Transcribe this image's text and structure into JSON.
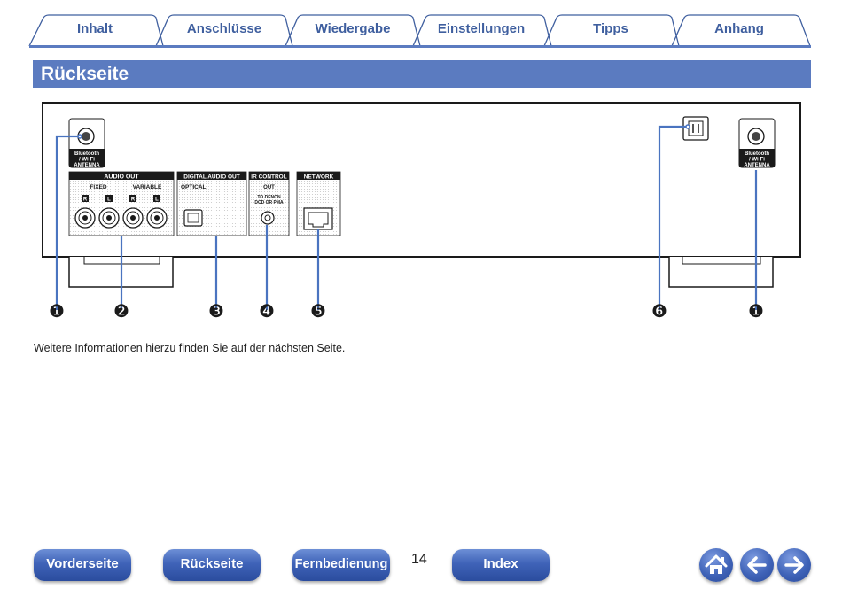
{
  "tabs": [
    {
      "label": "Inhalt"
    },
    {
      "label": "Anschlüsse"
    },
    {
      "label": "Wiedergabe"
    },
    {
      "label": "Einstellungen"
    },
    {
      "label": "Tipps"
    },
    {
      "label": "Anhang"
    }
  ],
  "page": {
    "title": "Rückseite",
    "info_text": "Weitere Informationen hierzu finden Sie auf der nächsten Seite.",
    "page_number": "14"
  },
  "diagram": {
    "antenna_label_lines": [
      "Bluetooth",
      "/ Wi-Fi",
      "ANTENNA"
    ],
    "audio_out": {
      "header": "AUDIO OUT",
      "fixed": "FIXED",
      "variable": "VARIABLE",
      "channel_r": "R",
      "channel_l": "L"
    },
    "digital_audio_out": {
      "header": "DIGITAL AUDIO OUT",
      "sub": "OPTICAL"
    },
    "ir_control": {
      "header": "IR CONTROL",
      "sub": "OUT",
      "note_line1": "TO DENON",
      "note_line2": "DCD OR PMA"
    },
    "network": {
      "header": "NETWORK"
    },
    "callouts": [
      "❶",
      "❷",
      "❸",
      "❹",
      "❺",
      "❻",
      "❶"
    ]
  },
  "nav": {
    "front": "Vorderseite",
    "back": "Rückseite",
    "remote": "Fernbedienung",
    "index": "Index"
  },
  "icons": {
    "home": "home-icon",
    "prev": "arrow-left-icon",
    "next": "arrow-right-icon"
  },
  "colors": {
    "accent": "#5b7bc0",
    "tab_text": "#3f5f9f",
    "callout_line": "#4a74c0"
  }
}
